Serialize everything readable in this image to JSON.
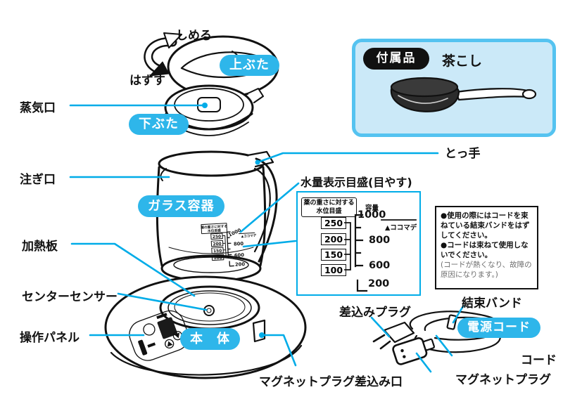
{
  "colors": {
    "accent": "#00ACE8",
    "pill": "#2EB6EA",
    "accessory_fill": "#CBE9F8",
    "accessory_border": "#55C3F0",
    "badge_bg": "#111111"
  },
  "labels": {
    "close": "しめる",
    "remove": "はずす",
    "upper_lid": "上ぶた",
    "steam_vent": "蒸気口",
    "lower_lid": "下ぶた",
    "spout": "注ぎ口",
    "glass_container": "ガラス容器",
    "heating_plate": "加熱板",
    "center_sensor": "センターセンサー",
    "control_panel": "操作パネル",
    "main_body": "本　体",
    "magnet_plug_socket": "マグネットプラグ差込み口",
    "handle": "とっ手",
    "water_scale": "水量表示目盛(目やす)",
    "insert_plug": "差込みプラグ",
    "cable_tie": "結束バンド",
    "power_cord": "電源コード",
    "cord": "コード",
    "magnet_plug": "マグネットプラグ"
  },
  "accessory_box": {
    "badge": "付属品",
    "item": "茶こし"
  },
  "scale_box": {
    "header_line1": "薬の重さに対する",
    "header_line2": "水位目盛",
    "capacity_label": "容量",
    "weights": [
      "250",
      "200",
      "150",
      "100"
    ],
    "cap_1000": "1000",
    "cap_800": "800",
    "cap_600": "600",
    "marker": "▲ココマデ",
    "bottom_value": "200"
  },
  "note_box": {
    "note1": "●使用の際にはコードを束ねている結束バンドをはずしてください。",
    "note2": "●コードは束ねて使用しないでください。",
    "note3": "(コードが熱くなり、故障の原因になります。)"
  }
}
